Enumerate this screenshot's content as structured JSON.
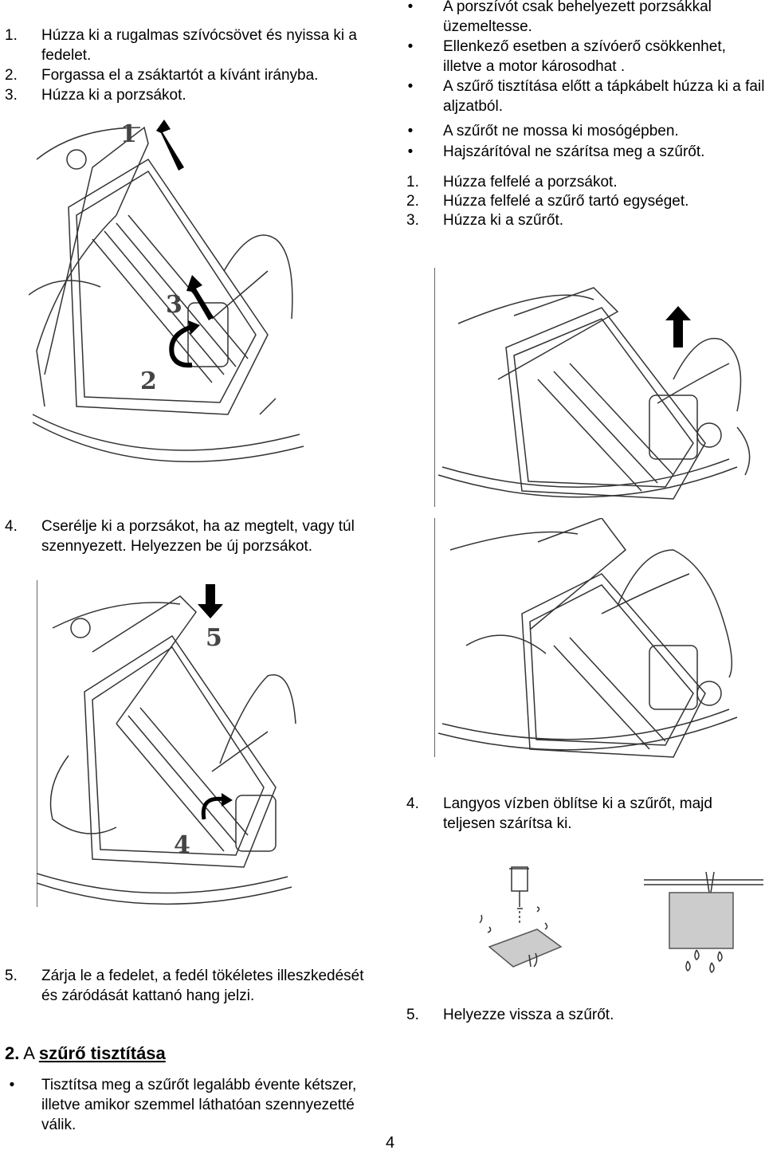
{
  "left_steps": [
    {
      "n": "1.",
      "text": "Húzza ki a rugalmas szívócsövet és nyissa ki a fedelet."
    },
    {
      "n": "2.",
      "text": "Forgassa el a zsáktartót a kívánt irányba."
    },
    {
      "n": "3.",
      "text": "Húzza ki a porzsákot."
    }
  ],
  "right_bullets": [
    "A porszívót csak behelyezett porzsákkal üzemeltesse.",
    "Ellenkező esetben a szívóerő csökkenhet, illetve a motor károsodhat .",
    "A szűrő tisztítása előtt a tápkábelt húzza ki a fail aljzatból.",
    "A szűrőt ne mossa ki mosógépben.",
    "Hajszárítóval ne szárítsa meg a szűrőt."
  ],
  "right_steps": [
    {
      "n": "1.",
      "text": "Húzza felfelé a porzsákot."
    },
    {
      "n": "2.",
      "text": "Húzza felfelé a szűrő tartó egységet."
    },
    {
      "n": "3.",
      "text": "Húzza ki a szűrőt."
    }
  ],
  "figure_labels": {
    "fig1_a": "1",
    "fig1_b": "3",
    "fig1_c": "2",
    "fig3_a": "5",
    "fig3_b": "4"
  },
  "step4_left": {
    "n": "4.",
    "text": "Cserélje ki a porzsákot, ha az megtelt, vagy túl szennyezett. Helyezzen be új porzsákot."
  },
  "step4_right": {
    "n": "4.",
    "text": "Langyos vízben öblítse ki a szűrőt, majd teljesen szárítsa ki."
  },
  "step5_left": {
    "n": "5.",
    "text": "Zárja le a fedelet, a fedél tökéletes illeszkedését és záródását kattanó hang jelzi."
  },
  "step5_right": {
    "n": "5.",
    "text": "Helyezze vissza a szűrőt."
  },
  "section": {
    "number": "2.",
    "title_a": " A ",
    "title_b": "szűrő tisztítása"
  },
  "section_bullets": [
    "Tisztítsa meg a szűrőt legalább évente kétszer, illetve amikor szemmel láthatóan szennyezetté válik."
  ],
  "page_number": "4"
}
